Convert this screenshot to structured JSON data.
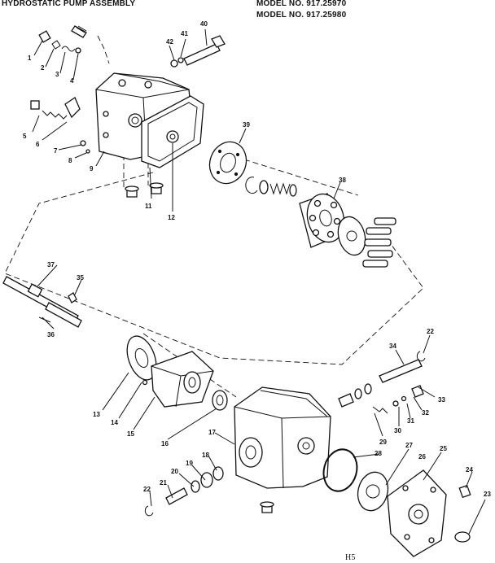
{
  "title": "HYDROSTATIC PUMP ASSEMBLY",
  "models": [
    "MODEL NO. 917.25970",
    "MODEL NO. 917.25980"
  ],
  "page_code": "H5",
  "callouts": [
    "1",
    "2",
    "3",
    "4",
    "5",
    "6",
    "7",
    "8",
    "9",
    "11",
    "12",
    "13",
    "14",
    "15",
    "16",
    "17",
    "18",
    "19",
    "20",
    "21",
    "22",
    "22",
    "23",
    "24",
    "25",
    "26",
    "27",
    "28",
    "29",
    "30",
    "31",
    "32",
    "33",
    "34",
    "35",
    "36",
    "37",
    "38",
    "39",
    "40",
    "41",
    "42"
  ]
}
